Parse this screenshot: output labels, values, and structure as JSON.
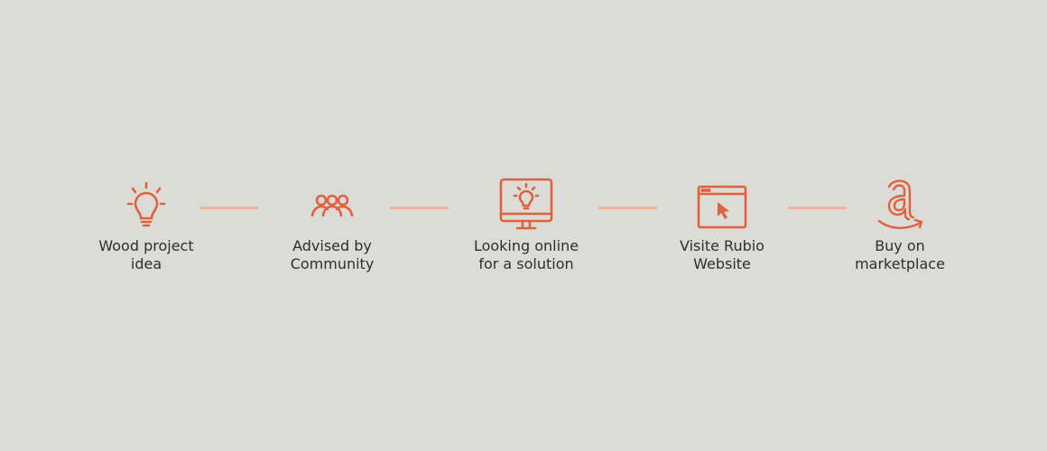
{
  "colors": {
    "accent": "#e0613f",
    "connector": "#efb3a0",
    "background": "#dcdcd6",
    "text": "#2e2e2e"
  },
  "steps": [
    {
      "icon": "lightbulb-icon",
      "line1": "Wood project",
      "line2": "idea"
    },
    {
      "icon": "community-icon",
      "line1": "Advised by",
      "line2": "Community"
    },
    {
      "icon": "monitor-lightbulb-icon",
      "line1": "Looking online",
      "line2": "for a solution"
    },
    {
      "icon": "browser-cursor-icon",
      "line1": "Visite Rubio",
      "line2": "Website"
    },
    {
      "icon": "amazon-logo-icon",
      "line1": "Buy on",
      "line2": "marketplace"
    }
  ]
}
